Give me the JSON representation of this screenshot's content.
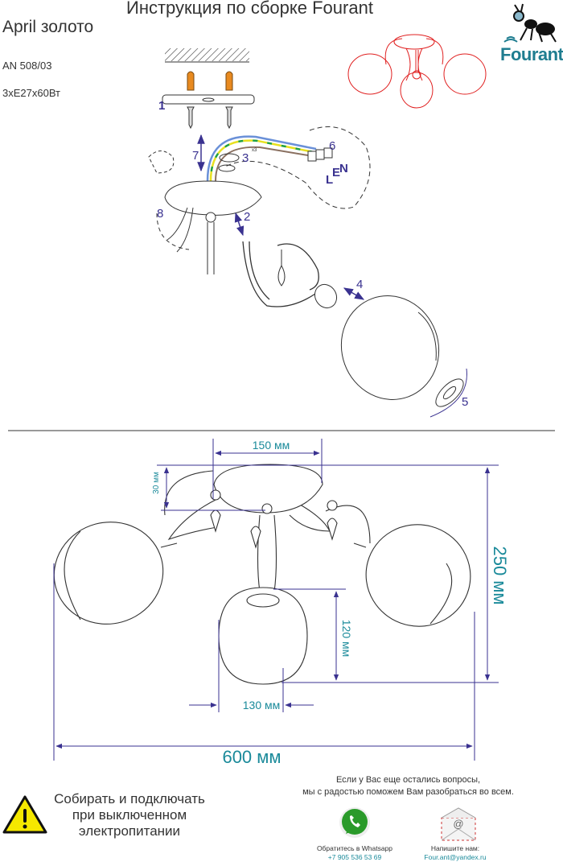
{
  "header": {
    "title": "Инструкция по сборке Fourant",
    "model": "April золото",
    "article": "AN 508/03",
    "lamps": "3хE27х60Вт",
    "brand": "Fourant"
  },
  "assembly_steps": [
    "1",
    "2",
    "3",
    "4",
    "5",
    "6",
    "7",
    "8"
  ],
  "wiring": {
    "count_label": "x3",
    "terminals": [
      "L",
      "E",
      "N"
    ]
  },
  "dimensions": {
    "canopy_width": "150 мм",
    "canopy_height": "30 мм",
    "total_height": "250 мм",
    "shade_height": "120 мм",
    "shade_width": "130 мм",
    "total_width": "600 мм"
  },
  "footer": {
    "warning": [
      "Собирать и подключать",
      "при выключенном",
      "электропитании"
    ],
    "questions": [
      "Если у Вас еще остались вопросы,",
      "мы с радостью поможем Вам разобраться во всем."
    ],
    "whatsapp_label": "Обратитесь в Whatsapp",
    "whatsapp_phone": "+7 905 536 53 69",
    "email_label": "Напишите нам:",
    "email": "Four.ant@yandex.ru"
  },
  "colors": {
    "dimension_line": "#3a3290",
    "dimension_text": "#1a8a9a",
    "brand": "#1f7d90",
    "sketch_red": "#e02020"
  }
}
